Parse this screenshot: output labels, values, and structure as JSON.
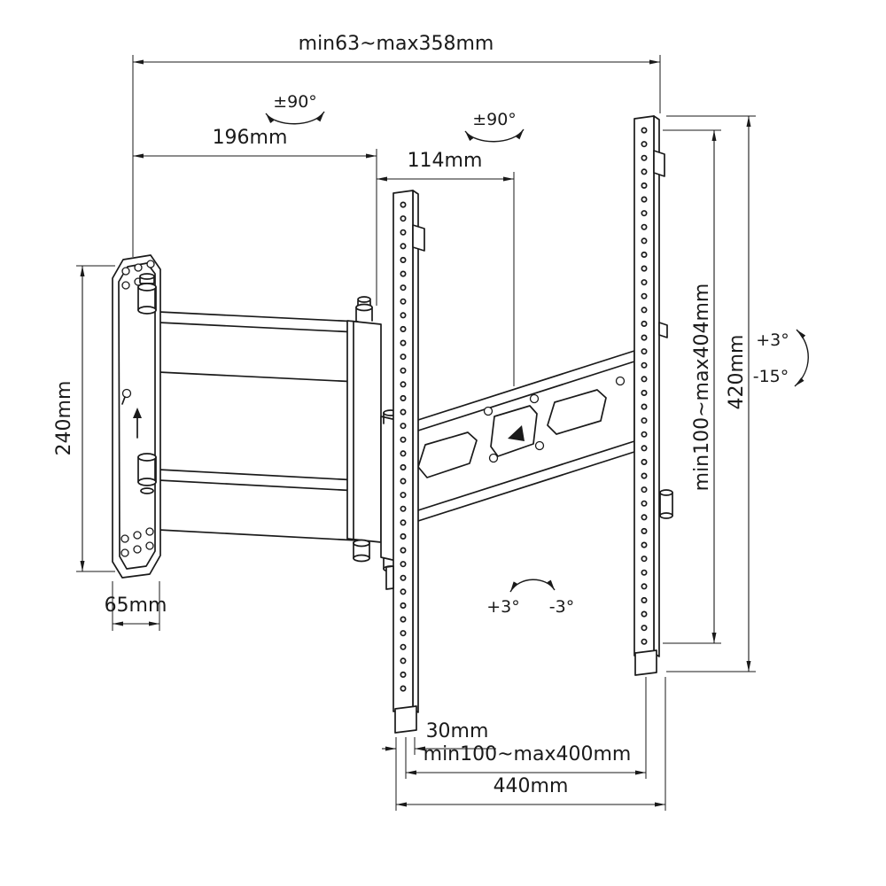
{
  "labels": {
    "top_range": "min63~max358mm",
    "swivel_left": "±90°",
    "swivel_right": "±90°",
    "arm_extension": "196mm",
    "pivot_offset": "114mm",
    "wall_plate_height": "240mm",
    "wall_plate_width": "65mm",
    "vesa_vertical_range": "min100~max404mm",
    "bracket_height": "420mm",
    "tilt_up": "+3°",
    "tilt_down": "-15°",
    "level_plus": "+3°",
    "level_minus": "-3°",
    "rail_inset": "30mm",
    "vesa_horizontal_range": "min100~max400mm",
    "bracket_width": "440mm"
  },
  "colors": {
    "ink": "#1a1a1a",
    "bg": "#ffffff"
  }
}
